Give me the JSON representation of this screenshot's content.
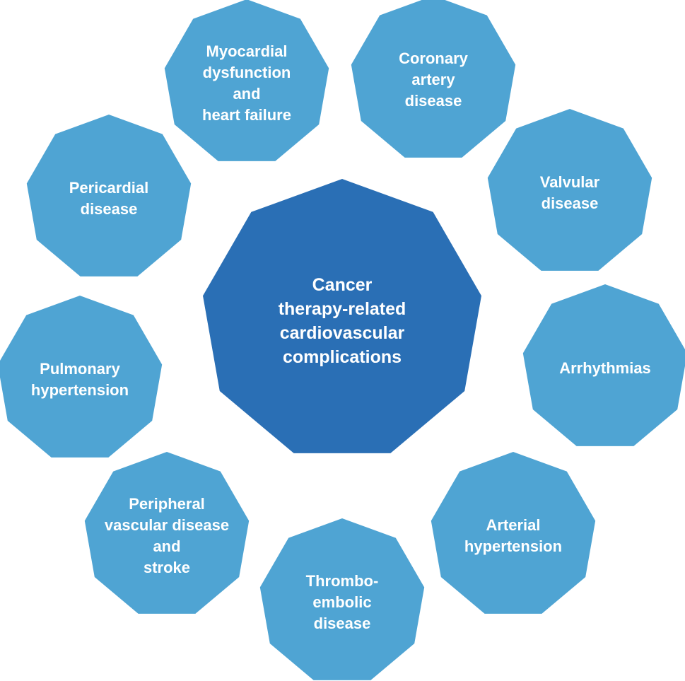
{
  "center": {
    "lines": [
      "Cancer",
      "therapy-related",
      "cardiovascular",
      "complications"
    ],
    "color": "#2a6fb5"
  },
  "satellite_color": "#4fa4d3",
  "satellites": [
    {
      "id": "myocardial",
      "lines": [
        "Myocardial",
        "dysfunction",
        "and",
        "heart failure"
      ]
    },
    {
      "id": "coronary",
      "lines": [
        "Coronary",
        "artery",
        "disease"
      ]
    },
    {
      "id": "valvular",
      "lines": [
        "Valvular",
        "disease"
      ]
    },
    {
      "id": "arrhythmias",
      "lines": [
        "Arrhythmias"
      ]
    },
    {
      "id": "arterial-hypertension",
      "lines": [
        "Arterial",
        "hypertension"
      ]
    },
    {
      "id": "thromboembolic",
      "lines": [
        "Thrombo-",
        "embolic",
        "disease"
      ]
    },
    {
      "id": "peripheral-vascular",
      "lines": [
        "Peripheral",
        "vascular disease",
        "and",
        "stroke"
      ]
    },
    {
      "id": "pulmonary-hypertension",
      "lines": [
        "Pulmonary",
        "hypertension"
      ]
    },
    {
      "id": "pericardial",
      "lines": [
        "Pericardial",
        "disease"
      ]
    }
  ]
}
